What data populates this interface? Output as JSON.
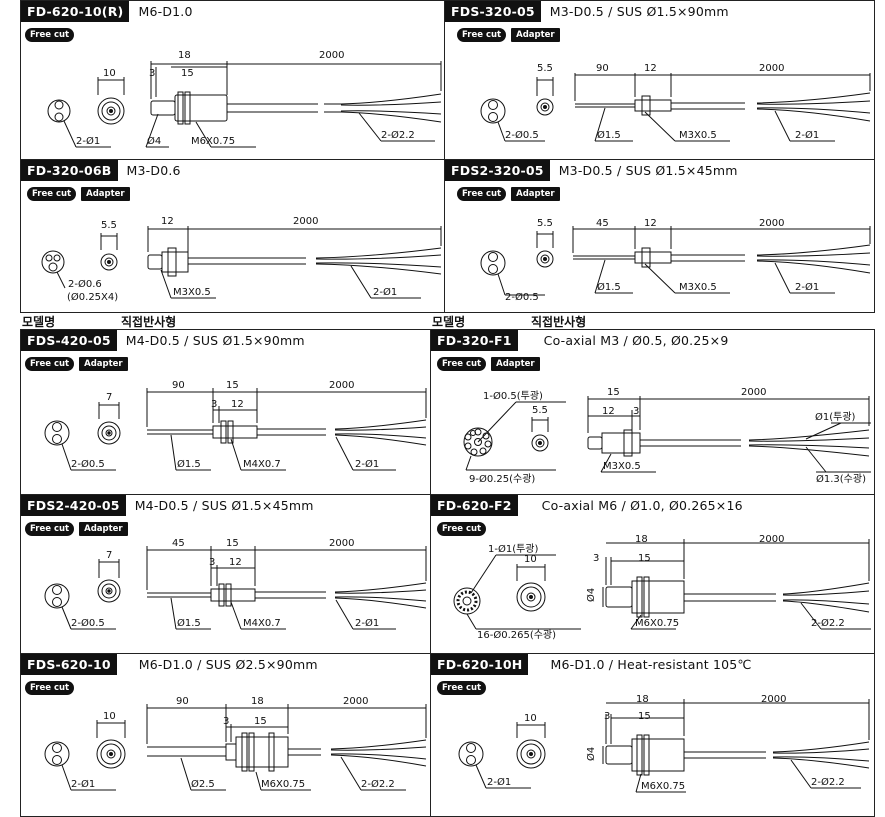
{
  "korean_headers": [
    {
      "model": "모델명",
      "type": "직접반사형"
    },
    {
      "model": "모델명",
      "type": "직접반사형"
    }
  ],
  "badges": {
    "free_cut": "Free cut",
    "adapter": "Adapter"
  },
  "panels": [
    {
      "code": "FD-620-10(R)",
      "spec": "M6-D1.0",
      "dims": [
        "10",
        "3",
        "15",
        "18",
        "2000"
      ],
      "labels": [
        "2-Ø1",
        "Ø4",
        "M6X0.75",
        "2-Ø2.2"
      ]
    },
    {
      "code": "FDS-320-05",
      "spec": "M3-D0.5 / SUS Ø1.5×90mm",
      "dims": [
        "5.5",
        "90",
        "12",
        "2000"
      ],
      "labels": [
        "2-Ø0.5",
        "Ø1.5",
        "M3X0.5",
        "2-Ø1"
      ]
    },
    {
      "code": "FD-320-06B",
      "spec": "M3-D0.6",
      "dims": [
        "5.5",
        "12",
        "2000"
      ],
      "labels": [
        "2-Ø0.6",
        "(Ø0.25X4)",
        "M3X0.5",
        "2-Ø1"
      ]
    },
    {
      "code": "FDS2-320-05",
      "spec": "M3-D0.5 / SUS Ø1.5×45mm",
      "dims": [
        "5.5",
        "45",
        "12",
        "2000"
      ],
      "labels": [
        "2-Ø0.5",
        "Ø1.5",
        "M3X0.5",
        "2-Ø1"
      ]
    },
    {
      "code": "FDS-420-05",
      "spec": "M4-D0.5 / SUS Ø1.5×90mm",
      "dims": [
        "7",
        "90",
        "15",
        "3",
        "12",
        "2000"
      ],
      "labels": [
        "2-Ø0.5",
        "Ø1.5",
        "M4X0.7",
        "2-Ø1"
      ]
    },
    {
      "code": "FD-320-F1",
      "spec": "Co-axial M3 / Ø0.5, Ø0.25×9",
      "dims": [
        "5.5",
        "15",
        "12",
        "3",
        "2000"
      ],
      "labels": [
        "1-Ø0.5(투광)",
        "9-Ø0.25(수광)",
        "M3X0.5",
        "Ø1(투광)",
        "Ø1.3(수광)"
      ]
    },
    {
      "code": "FDS2-420-05",
      "spec": "M4-D0.5 / SUS Ø1.5×45mm",
      "dims": [
        "7",
        "45",
        "15",
        "3",
        "12",
        "2000"
      ],
      "labels": [
        "2-Ø0.5",
        "Ø1.5",
        "M4X0.7",
        "2-Ø1"
      ]
    },
    {
      "code": "FD-620-F2",
      "spec": "Co-axial M6 / Ø1.0, Ø0.265×16",
      "dims": [
        "10",
        "3",
        "15",
        "18",
        "2000",
        "Ø4"
      ],
      "labels": [
        "1-Ø1(투광)",
        "16-Ø0.265(수광)",
        "M6X0.75",
        "2-Ø2.2"
      ]
    },
    {
      "code": "FDS-620-10",
      "spec": "M6-D1.0 / SUS Ø2.5×90mm",
      "dims": [
        "10",
        "90",
        "3",
        "15",
        "18",
        "2000"
      ],
      "labels": [
        "2-Ø1",
        "Ø2.5",
        "M6X0.75",
        "2-Ø2.2"
      ]
    },
    {
      "code": "FD-620-10H",
      "spec": "M6-D1.0 / Heat-resistant 105℃",
      "dims": [
        "10",
        "3",
        "15",
        "18",
        "2000",
        "Ø4"
      ],
      "labels": [
        "2-Ø1",
        "M6X0.75",
        "2-Ø2.2"
      ]
    }
  ]
}
